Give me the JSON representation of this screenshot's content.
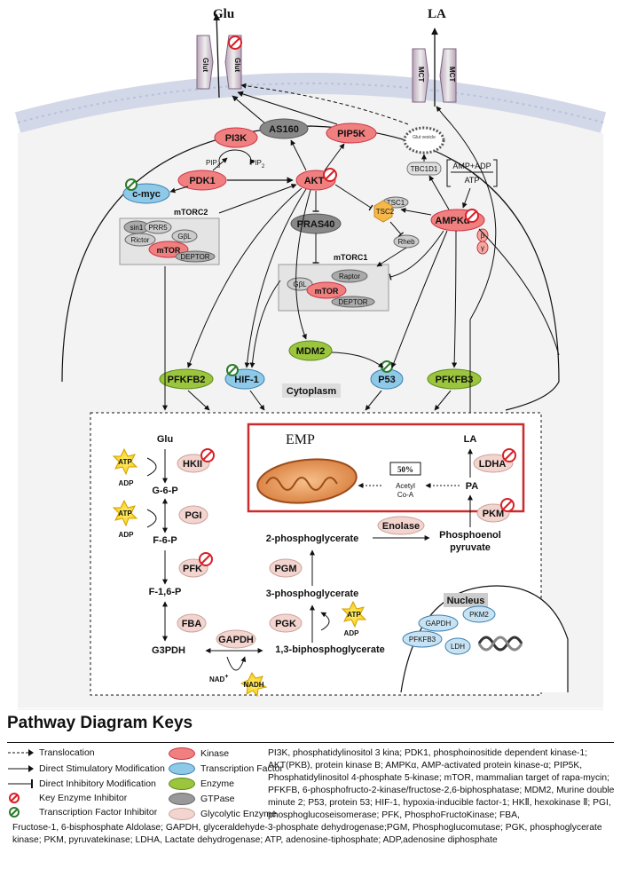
{
  "top": {
    "glu": "Glu",
    "la": "LA",
    "glut": "Glut",
    "mct": "MCT"
  },
  "nodes": {
    "pi3k": "PI3K",
    "pip3": "PIP",
    "pip3_sub": "3",
    "pip2": "PIP",
    "pip2_sub": "2",
    "as160": "AS160",
    "pip5k": "PIP5K",
    "pdk1": "PDK1",
    "akt": "AKT",
    "cmyc": "c-myc",
    "mtorc2": "mTORC2",
    "sin1": "sin1",
    "prr5": "PRR5",
    "rictor": "Rictor",
    "gbl": "GβL",
    "mtor": "mTOR",
    "deptor": "DEPTOR",
    "pras40": "PRAS40",
    "tsc1": "TSC1",
    "tsc2": "TSC2",
    "rheb": "Rheb",
    "mtorc1": "mTORC1",
    "raptor": "Raptor",
    "ampk": "AMPKα",
    "amp_adp": "AMP+ADP",
    "atp": "ATP",
    "tbc1d1": "TBC1D1",
    "glut_vesicle": "Glut vesicle",
    "beta": "β",
    "gamma": "γ",
    "mdm2": "MDM2",
    "pfkfb2": "PFKFB2",
    "hif1": "HIF-1",
    "p53": "P53",
    "pfkfb3": "PFKFB3",
    "cytoplasm": "Cytoplasm"
  },
  "emp": {
    "title": "EMP",
    "glu": "Glu",
    "g6p": "G-6-P",
    "f6p": "F-6-P",
    "f16p": "F-1,6-P",
    "g3pdh": "G3PDH",
    "hkii": "HKII",
    "pgi": "PGI",
    "pfk": "PFK",
    "fba": "FBA",
    "gapdh": "GAPDH",
    "atp": "ATP",
    "adp": "ADP",
    "nad": "NAD",
    "nad_sup": "+",
    "nadh": "NADH",
    "bpg": "1,3-biphosphoglycerate",
    "pgk": "PGK",
    "pg3": "3-phosphoglycerate",
    "pgm": "PGM",
    "pg2": "2-phosphoglycerate",
    "enolase": "Enolase",
    "pep1": "Phosphoenol",
    "pep2": "pyruvate",
    "pkm": "PKM",
    "pa": "PA",
    "la": "LA",
    "ldha": "LDHA",
    "pct": "50%",
    "acetyl1": "Acetyl",
    "acetyl2": "Co-A"
  },
  "nucleus": {
    "title": "Nucleus",
    "gapdh": "GAPDH",
    "pkm2": "PKM2",
    "pfkfb3": "PFKFB3",
    "ldh": "LDH"
  },
  "keys": {
    "title": "Pathway Diagram Keys",
    "translocation": "Translocation",
    "stim": "Direct Stimulatory Modification",
    "inhib": "Direct Inhibitory Modification",
    "key_inhib": "Key Enzyme Inhibitor",
    "tf_inhib": "Transcription Factor Inhibitor",
    "kinase": "Kinase",
    "tf": "Transcription Factor",
    "enzyme": "Enzyme",
    "gtpase": "GTPase",
    "glyco": "Glycolytic Enzyme",
    "abbr_a": "PI3K, phosphatidylinositol 3 kina; PDK1, phosphoinositide dependent kinase-1; AKT(PKB), protein kinase B; AMPKα, AMP-activated protein kinase-α; PIP5K, Phosphatidylinositol 4-phosphate 5-kinase; mTOR, mammalian target of rapa-mycin; PFKFB, 6-phosphofructo-2-kinase/fructose-2,6-biphosphatase; MDM2, Murine double minute 2; P53, protein 53; HIF-1, hypoxia-inducible factor-1; HKⅡ, hexokinase Ⅱ; PGI, phosphoglucoseisomerase; PFK, PhosphoFructoKinase; FBA,",
    "abbr_b": "Fructose-1, 6-bisphosphate Aldolase; GAPDH, glyceraldehyde-3-phosphate dehydrogenase;PGM, Phosphoglucomutase; PGK, phosphoglycerate kinase; PKM, pyruvatekinase; LDHA, Lactate dehydrogenase; ATP, adenosine-tiphosphate; ADP,adenosine diphosphate"
  },
  "colors": {
    "kinase": "#f08080",
    "tf": "#8ec9e8",
    "enzyme": "#9bc53d",
    "gtpase": "#999999",
    "glyco": "#f3d4cf",
    "emp_border": "#cc2b2b"
  }
}
